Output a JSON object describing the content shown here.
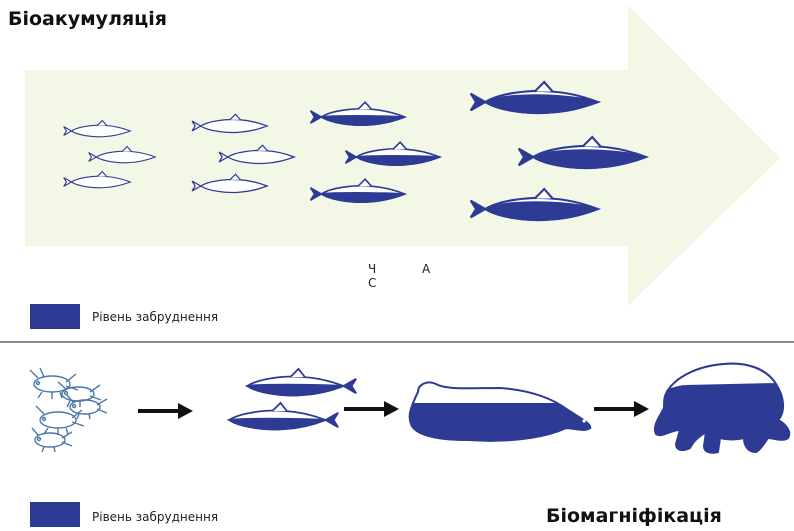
{
  "bioaccumulation": {
    "title": "Біоакумуляція",
    "time_letters": [
      "Ч",
      "А",
      "С"
    ],
    "legend_label": "Рівень забруднення"
  },
  "biomagnification": {
    "title": "Біомагніфікація",
    "legend_label": "Рівень забруднення",
    "chain": [
      "plankton",
      "fish",
      "seal",
      "polar-bear"
    ]
  },
  "colors": {
    "pollution": "#2e3b94",
    "arrow_background": "#f3f7e6",
    "outline": "#2e3b94",
    "divider": "#8a8a8a"
  },
  "pollution_levels": {
    "column_1": 0,
    "column_2": 0,
    "column_3": 0.5,
    "column_4": 0.85,
    "fish": 0.5,
    "seal": 0.7,
    "polar_bear": 0.8
  }
}
